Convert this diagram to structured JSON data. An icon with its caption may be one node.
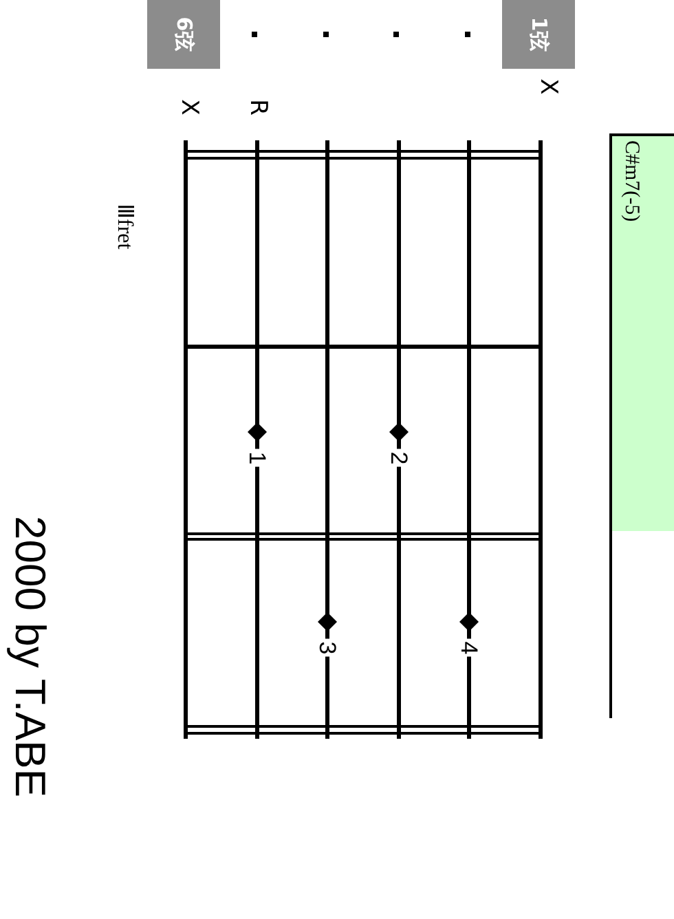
{
  "diagram": {
    "nodes": [
      {
        "text": [
          "C#m7(-5)"
        ]
      },
      {
        "text": [
          "6弦"
        ]
      },
      {
        "text": [
          "1弦"
        ]
      }
    ],
    "labels": [
      "X",
      "R",
      "X",
      "1",
      "2",
      "3",
      "4",
      "Ⅲfret",
      "2000 by T.ABE"
    ]
  }
}
